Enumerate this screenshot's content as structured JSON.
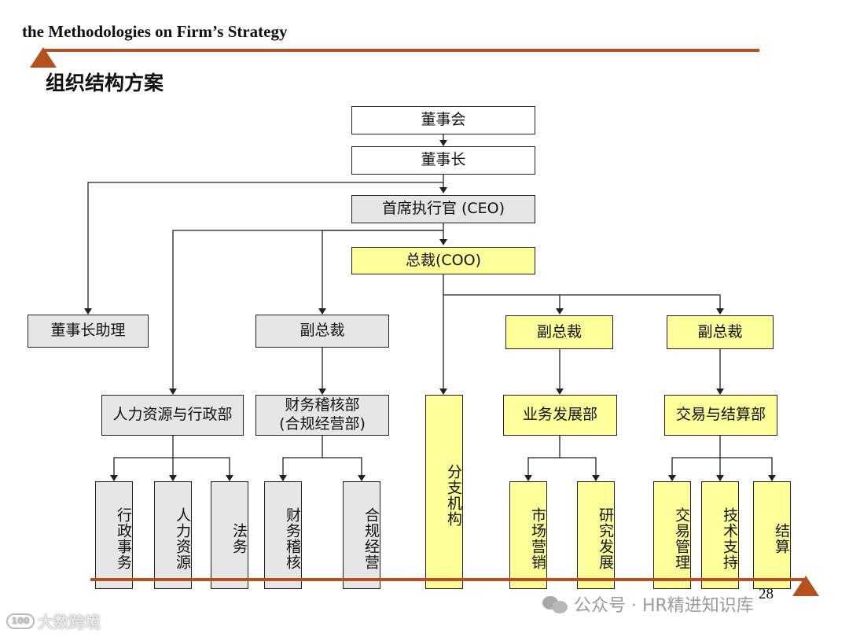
{
  "header": {
    "title": "the Methodologies on Firm’s Strategy"
  },
  "section_title": "组织结构方案",
  "org": {
    "board": "董事会",
    "chairman": "董事长",
    "ceo": "首席执行官 (CEO)",
    "coo": "总裁(COO)",
    "chairman_assistant": "董事长助理",
    "vp_left": "副总裁",
    "vp_mid": "副总裁",
    "vp_right": "副总裁",
    "hr_admin": "人力资源与行政部",
    "finance_line1": "财务稽核部",
    "finance_line2": "(合规经营部)",
    "branches": "分支机构",
    "business_dev": "业务发展部",
    "trading_settle": "交易与结算部",
    "admin_affairs": "行政事务",
    "human_resources": "人力资源",
    "legal": "法务",
    "finance_audit": "财务稽核",
    "compliance": "合规经营",
    "marketing": "市场营销",
    "rnd": "研究发展",
    "trade_mgmt": "交易管理",
    "tech_support": "技术支持",
    "settlement": "结算"
  },
  "colors": {
    "accent": "#b5511e",
    "yellow": "#ffff99",
    "gray": "#e6e6e6"
  },
  "footer": {
    "page_number": "28",
    "watermark_right": "公众号 · HR精进知识库",
    "watermark_left": "大数跨境",
    "watermark_left_logo": "100"
  }
}
